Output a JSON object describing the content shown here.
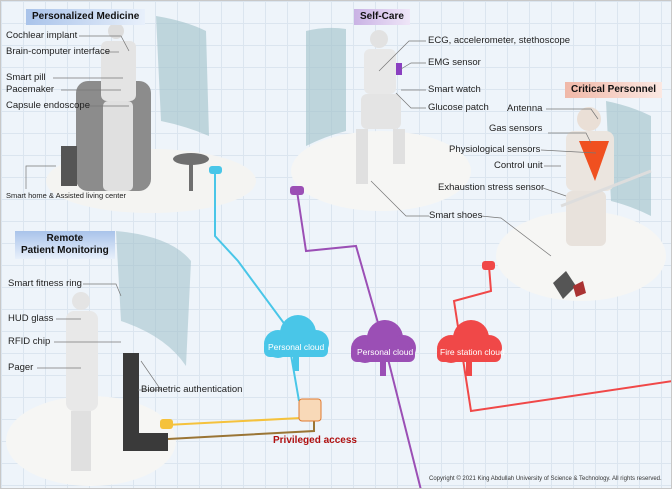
{
  "sections": {
    "personalized_medicine": {
      "title": "Personalized Medicine",
      "labels": [
        "Cochlear implant",
        "Brain-computer interface",
        "Smart pill",
        "Pacemaker",
        "Capsule endoscope",
        "Smart home & Assisted living center"
      ]
    },
    "self_care": {
      "title": "Self-Care",
      "labels": [
        "ECG, accelerometer, stethoscope",
        "EMG sensor",
        "Smart watch",
        "Glucose patch"
      ]
    },
    "critical_personnel": {
      "title": "Critical Personnel",
      "labels": [
        "Antenna",
        "Gas sensors",
        "Physiological  sensors",
        "Control unit",
        "Exhaustion stress sensor",
        "Smart shoes"
      ]
    },
    "remote_monitoring": {
      "title_line1": "Remote",
      "title_line2": "Patient Monitoring",
      "labels": [
        "Smart fitness ring",
        "HUD glass",
        "RFID chip",
        "Pager",
        "Biometric authentication"
      ]
    }
  },
  "clouds": [
    {
      "label": "Personal cloud",
      "color": "#49c6e8"
    },
    {
      "label": "Personal cloud",
      "color": "#9b4fb5"
    },
    {
      "label": "Fire station cloud",
      "color": "#f04848"
    }
  ],
  "privileged_access": "Privileged access",
  "copyright": "Copyright © 2021 King Abdullah University of Science & Technology. All rights reserved."
}
